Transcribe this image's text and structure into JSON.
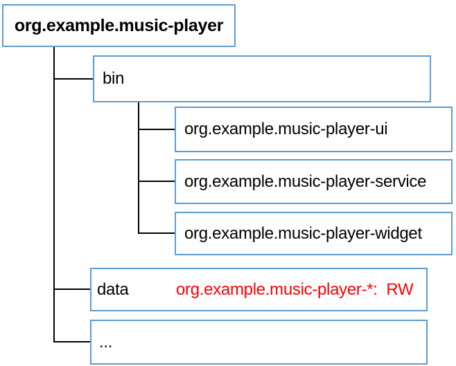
{
  "colors": {
    "box_border": "#5B9BD5",
    "box_background": "#FFFFFF",
    "connector": "#000000",
    "text": "#000000",
    "annotation_text": "#FF0000",
    "page_background": "#FFFFFF"
  },
  "tree": {
    "root": {
      "label": "org.example.music-player"
    },
    "nodes": {
      "bin": {
        "label": "bin"
      },
      "bin_children": [
        {
          "label": "org.example.music-player-ui"
        },
        {
          "label": "org.example.music-player-service"
        },
        {
          "label": "org.example.music-player-widget"
        }
      ],
      "data": {
        "label": "data",
        "annotation": "org.example.music-player-*:  RW"
      },
      "more": {
        "label": "..."
      }
    }
  }
}
